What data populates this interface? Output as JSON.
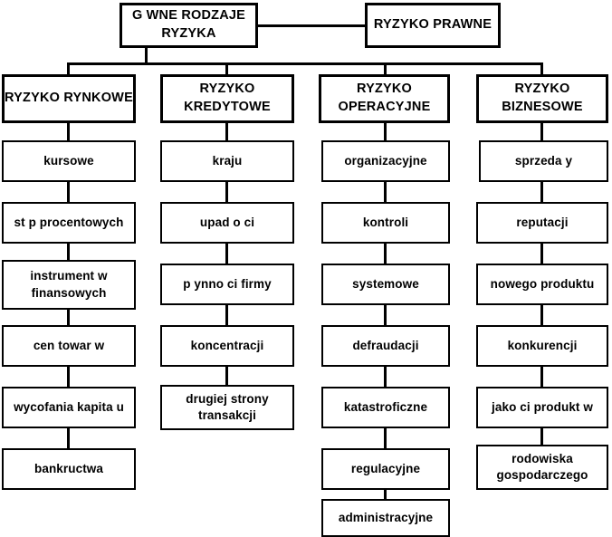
{
  "diagram": {
    "title": "Główne rodzaje ryzyka",
    "type": "hierarchy-tree",
    "orientation": "top-down",
    "colors": {
      "background": "#ffffff",
      "line": "#000000",
      "box_fill": "#ffffff",
      "box_border": "#000000",
      "text": "#000000"
    },
    "root": {
      "label": "G   WNE RODZAJE\nRYZYKA",
      "note": "rendered with missing Polish glyphs (GŁÓWNE RODZAJE RYZYKA)"
    },
    "side_node": {
      "label": "RYZYKO PRAWNE"
    },
    "columns": [
      {
        "header": "RYZYKO RYNKOWE",
        "items": [
          "kursowe",
          "st  p procentowych",
          "instrument  w\nfinansowych",
          "cen towar  w",
          "wycofania kapita u",
          "bankructwa"
        ]
      },
      {
        "header": "RYZYKO\nKREDYTOWE",
        "items": [
          "kraju",
          "upad o  ci",
          "p ynno  ci firmy",
          "koncentracji",
          "drugiej strony\ntransakcji"
        ]
      },
      {
        "header": "RYZYKO\nOPERACYJNE",
        "items": [
          "organizacyjne",
          "kontroli",
          "systemowe",
          "defraudacji",
          "katastroficzne",
          "regulacyjne",
          "administracyjne"
        ]
      },
      {
        "header": "RYZYKO\nBIZNESOWE",
        "items": [
          "sprzeda  y",
          "reputacji",
          "nowego produktu",
          "konkurencji",
          "jako  ci produkt  w",
          " rodowiska\ngospodarczego"
        ]
      }
    ]
  }
}
